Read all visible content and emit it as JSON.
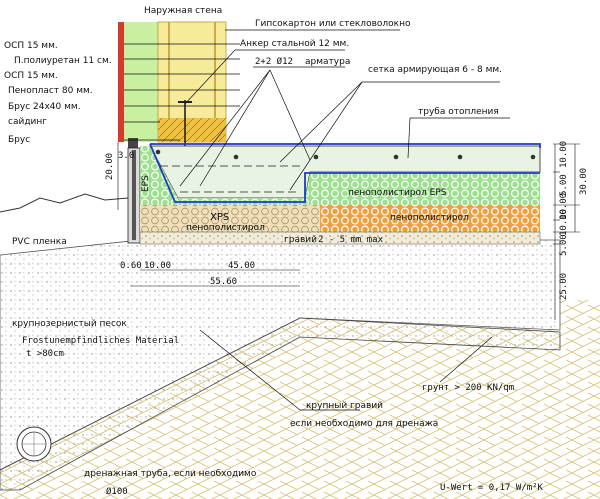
{
  "labels": {
    "outer_wall": "Наружная стена",
    "osb_top": "ОСП 15 мм.",
    "pu_foam": "П.полиуретан 11 см.",
    "osb_bottom": "ОСП 15 мм.",
    "foam_80": "Пенопласт 80 мм.",
    "beam_24x40": "Брус 24х40 мм.",
    "siding": "сайдинг",
    "beam": "Брус",
    "drywall": "Гипсокартон или стекловолокно",
    "anchor": "Анкер стальной 12 мм.",
    "rebar_spec": "2+2 Ø12",
    "rebar": "арматура",
    "mesh": "сетка армирующая 6 - 8 мм.",
    "heating_pipe": "труба отопления",
    "eps": "EPS",
    "eps_foam_label": "пенополистирол EPS",
    "xps": "XPS",
    "xps_foam": "пенополистирол",
    "foam_right": "пенополистирол",
    "gravel": "гравий",
    "gravel_size": "2 - 5 mm max",
    "pvc": "PVC пленка",
    "coarse_sand": "крупнозернистый песок",
    "frost_material": "Frostunempfindliches Material",
    "frost_depth": "t >80cm",
    "soil": "грунт > 200 KN/qm",
    "coarse_gravel": "крупный гравий",
    "if_drainage": "если необходимо для дренажа",
    "drain_pipe": "дренажная труба, если необходимо",
    "pipe_dia": "Ø100",
    "u_value": "U-Wert = 0,17 W/m²K"
  },
  "dimensions": {
    "d_3_0": "3.0",
    "d_20_00": "20.00",
    "d_0_60": "0.60",
    "d_10_00_h": "10.00",
    "d_45_00": "45.00",
    "d_55_60": "55.60",
    "r_10_00_a": "10.00",
    "r_5_00_a": "5.00",
    "r_30_00": "30.00",
    "r_10_00_b": "10.00",
    "r_10_00_c": "10.00",
    "r_5_00_b": "5.00",
    "r_25_00": "25.00"
  },
  "colors": {
    "wall_green": "#c8f0a0",
    "wall_yellow": "#f3d86a",
    "wall_red": "#d63a2a",
    "screed": "#e9f3e4",
    "eps_green": "#9de08f",
    "xps_beige": "#f1dfb8",
    "orange_foam": "#f0a040",
    "gravel": "#f3ecd8",
    "blue_line": "#1a3cc8",
    "soil_lines": "#d6c277"
  }
}
